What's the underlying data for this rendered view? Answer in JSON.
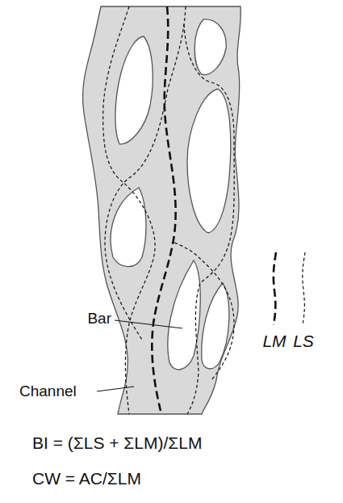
{
  "diagram": {
    "labels": [
      "Bar",
      "Channel",
      "BI = (ΣLS + ΣLM)/ΣLM",
      "CW = AC/ΣLM"
    ],
    "legend": [
      {
        "text": "LM"
      },
      {
        "text": "LS"
      }
    ]
  }
}
